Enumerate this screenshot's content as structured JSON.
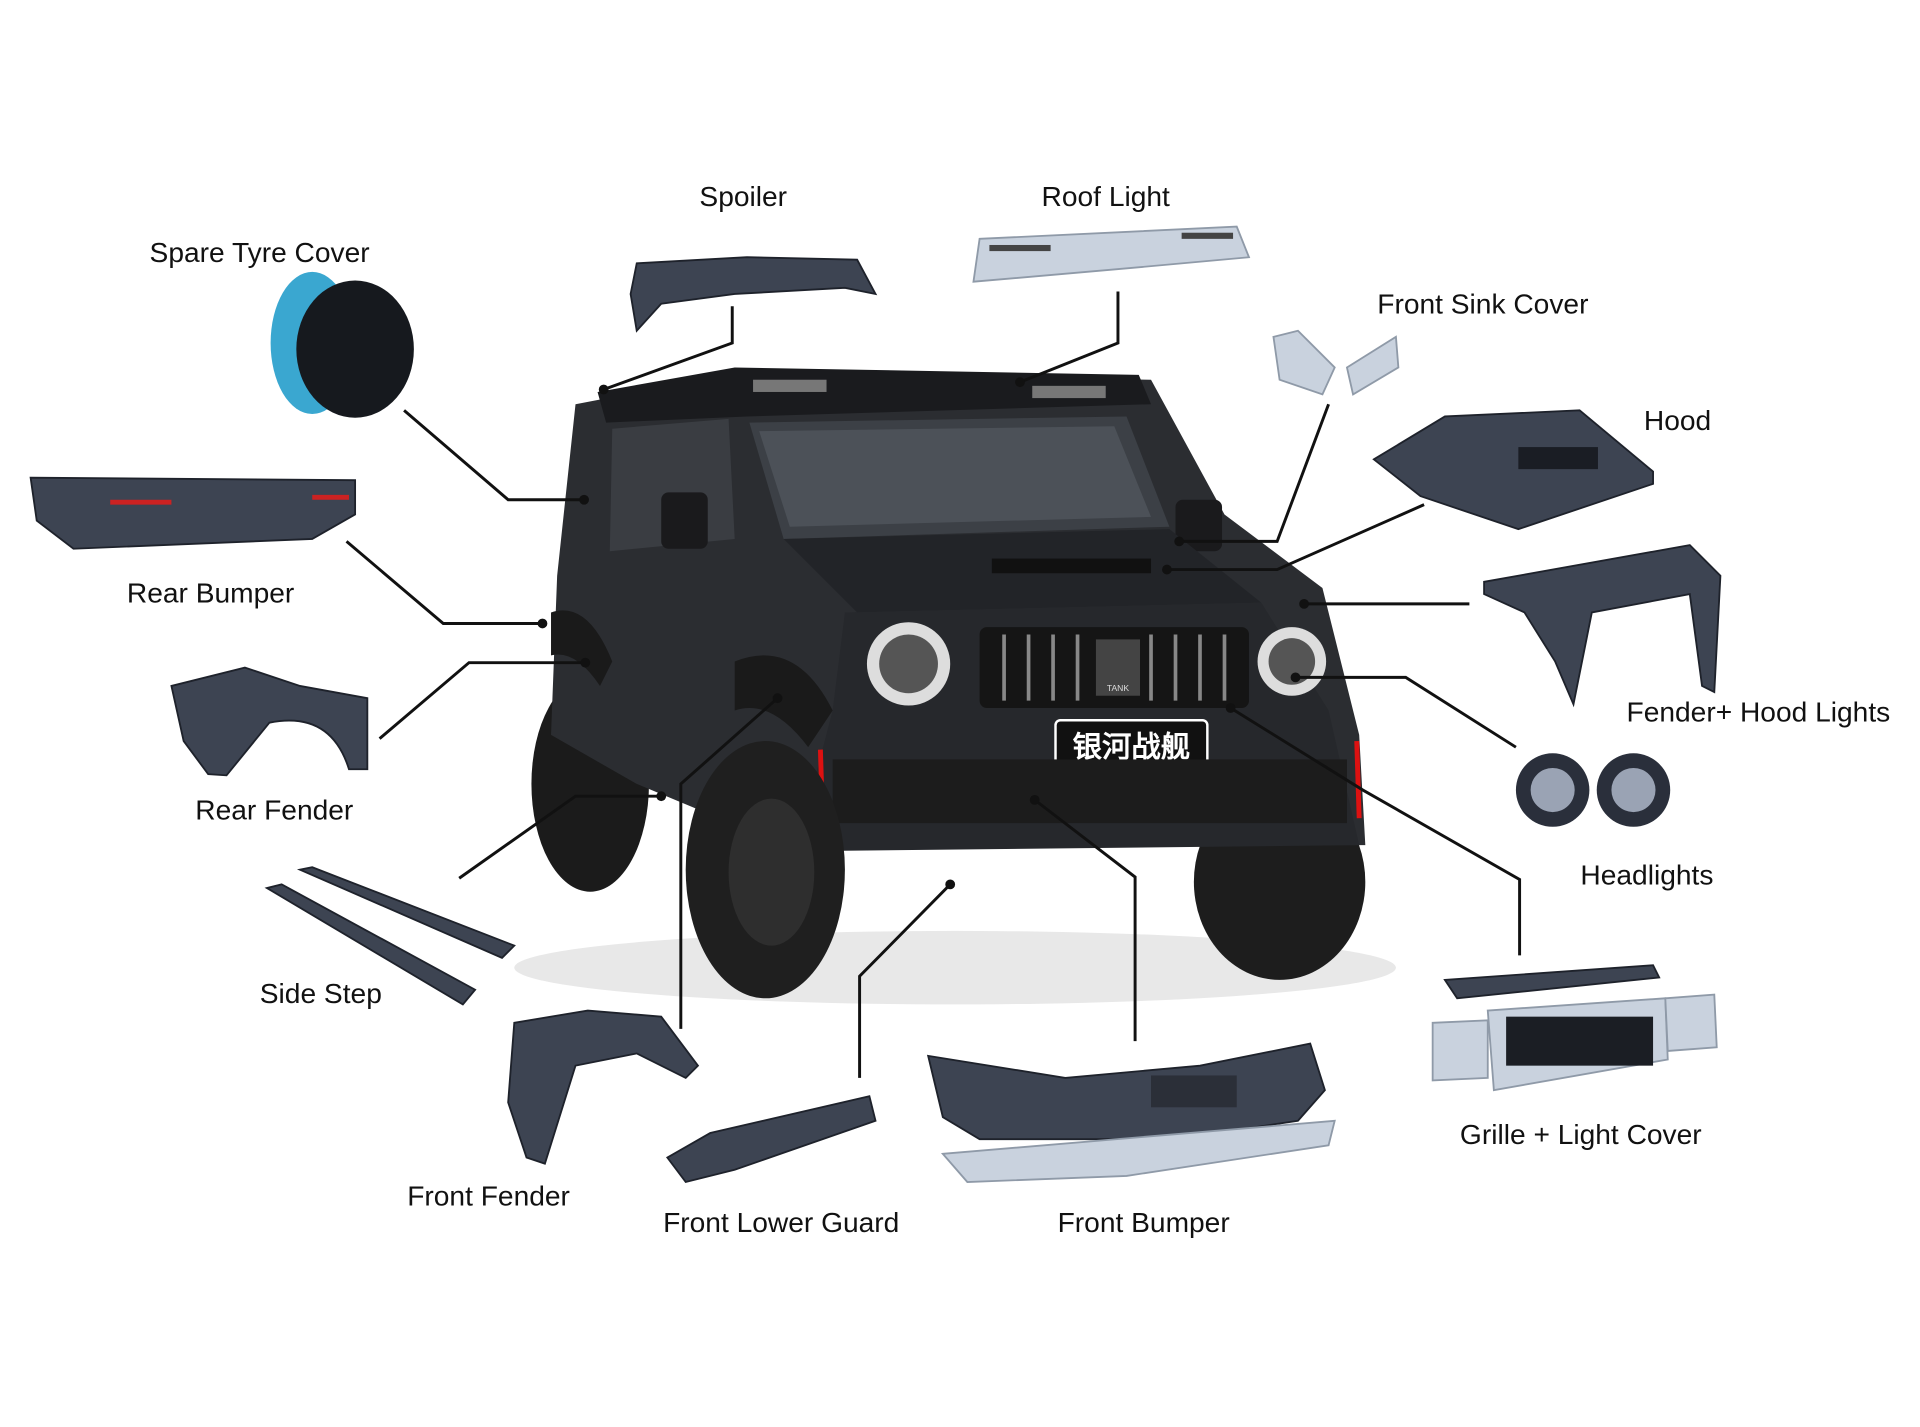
{
  "title": "Vehicle body kit parts diagram",
  "plate_text": "银河战舰",
  "badge_text": "TANK",
  "labels": [
    {
      "id": "spoiler",
      "text": "Spoiler"
    },
    {
      "id": "roof-light",
      "text": "Roof Light"
    },
    {
      "id": "spare-tyre-cover",
      "text": "Spare Tyre Cover"
    },
    {
      "id": "front-sink-cover",
      "text": "Front Sink Cover"
    },
    {
      "id": "hood",
      "text": "Hood"
    },
    {
      "id": "rear-bumper",
      "text": "Rear Bumper"
    },
    {
      "id": "fender-hood-lights",
      "text": "Fender+ Hood Lights"
    },
    {
      "id": "rear-fender",
      "text": "Rear Fender"
    },
    {
      "id": "headlights",
      "text": "Headlights"
    },
    {
      "id": "side-step",
      "text": "Side Step"
    },
    {
      "id": "grille-light-cover",
      "text": "Grille + Light Cover"
    },
    {
      "id": "front-fender",
      "text": "Front Fender"
    },
    {
      "id": "front-lower-guard",
      "text": "Front Lower Guard"
    },
    {
      "id": "front-bumper",
      "text": "Front Bumper"
    }
  ]
}
